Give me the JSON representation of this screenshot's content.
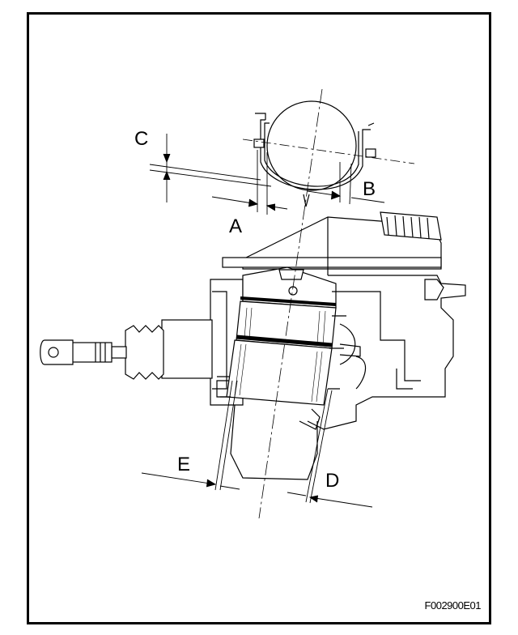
{
  "labels": {
    "a": "A",
    "b": "B",
    "c": "C",
    "d": "D",
    "e": "E"
  },
  "figure_code": "F002900E01",
  "colors": {
    "ink": "#000000",
    "paper": "#ffffff",
    "shade": "#cfcfcf"
  }
}
